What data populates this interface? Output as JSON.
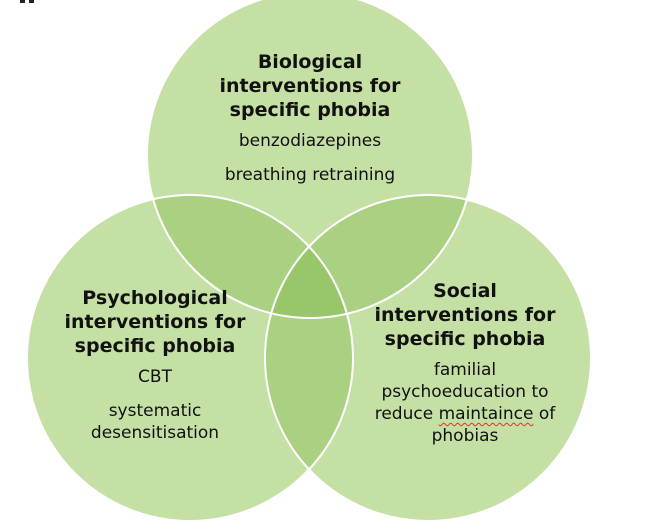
{
  "diagram": {
    "colors": {
      "circle_fill": "#c5e0a5",
      "overlap_fill": "#a9d181",
      "center_fill": "#97c76a",
      "circle_stroke": "#ffffff",
      "text": "#111111"
    },
    "sets": {
      "biological": {
        "heading_lines": [
          "Biological",
          "interventions for",
          "specific phobia"
        ],
        "items": [
          "benzodiazepines",
          "breathing retraining"
        ]
      },
      "psychological": {
        "heading_lines": [
          "Psychological",
          "interventions for",
          "specific phobia"
        ],
        "items": [
          "CBT",
          "systematic",
          "desensitisation"
        ]
      },
      "social": {
        "heading_lines": [
          "Social",
          "interventions for",
          "specific phobia"
        ],
        "items_lines": [
          "familial",
          "psychoeducation to"
        ],
        "item_line3_before": "reduce ",
        "item_line3_flagged": "maintaince",
        "item_line3_after": " of",
        "items_tail": "phobias"
      }
    }
  }
}
